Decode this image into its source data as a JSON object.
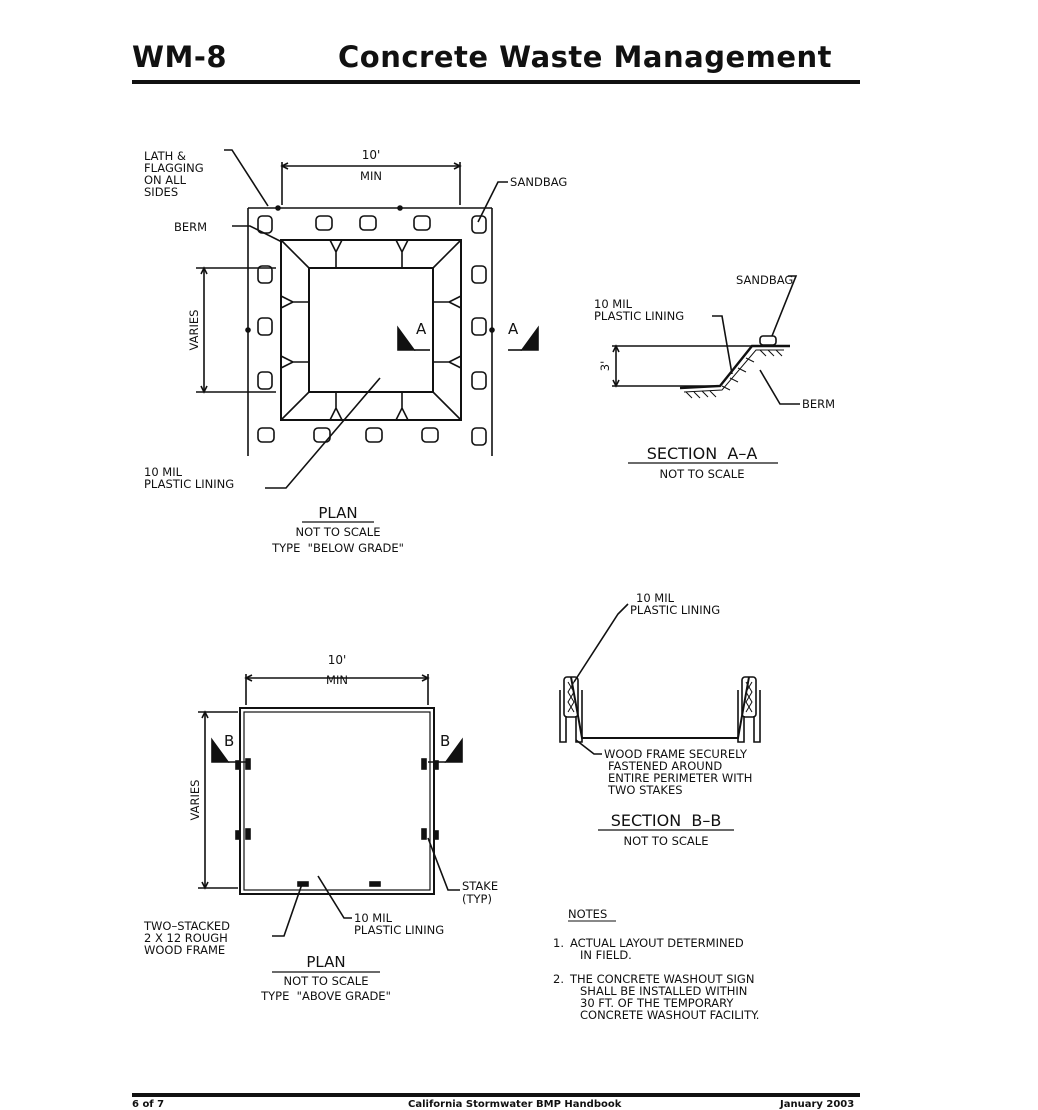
{
  "header": {
    "code": "WM-8",
    "title": "Concrete Waste Management"
  },
  "plan_below": {
    "lath_label": [
      "LATH &",
      "FLAGGING",
      "ON ALL",
      "SIDES"
    ],
    "width_dim": "10'",
    "width_min": "MIN",
    "sandbag_label": "SANDBAG",
    "berm_label": "BERM",
    "varies_label": "VARIES",
    "section_marker": "A",
    "lining_label": [
      "10 MIL",
      "PLASTIC LINING"
    ],
    "title": "PLAN",
    "scale": "NOT TO SCALE",
    "type": "TYPE  \"BELOW GRADE\""
  },
  "section_a": {
    "sandbag_label": "SANDBAG",
    "lining_label": [
      "10 MIL",
      "PLASTIC LINING"
    ],
    "depth_dim": "3'",
    "berm_label": "BERM",
    "title": "SECTION  A–A",
    "scale": "NOT TO SCALE"
  },
  "plan_above": {
    "width_dim": "10'",
    "width_min": "MIN",
    "varies_label": "VARIES",
    "section_marker": "B",
    "stake_label": [
      "STAKE",
      "(TYP)"
    ],
    "frame_label": [
      "TWO–STACKED",
      "2 X 12 ROUGH",
      "WOOD FRAME"
    ],
    "lining_label": [
      "10 MIL",
      "PLASTIC LINING"
    ],
    "title": "PLAN",
    "scale": "NOT TO SCALE",
    "type": "TYPE  \"ABOVE GRADE\""
  },
  "section_b": {
    "lining_label": [
      "10 MIL",
      "PLASTIC LINING"
    ],
    "frame_label": [
      "WOOD FRAME SECURELY",
      "FASTENED AROUND",
      "ENTIRE PERIMETER WITH",
      "TWO STAKES"
    ],
    "title": "SECTION  B–B",
    "scale": "NOT TO SCALE"
  },
  "notes": {
    "heading": "NOTES",
    "items": [
      {
        "num": "1.",
        "lines": [
          "ACTUAL LAYOUT DETERMINED",
          "IN FIELD."
        ]
      },
      {
        "num": "2.",
        "lines": [
          "THE CONCRETE WASHOUT SIGN",
          "SHALL BE INSTALLED WITHIN",
          "30 FT. OF THE TEMPORARY",
          "CONCRETE WASHOUT FACILITY."
        ]
      }
    ]
  },
  "footer": {
    "page": "6 of 7",
    "source": "California Stormwater BMP Handbook",
    "date": "January 2003"
  }
}
